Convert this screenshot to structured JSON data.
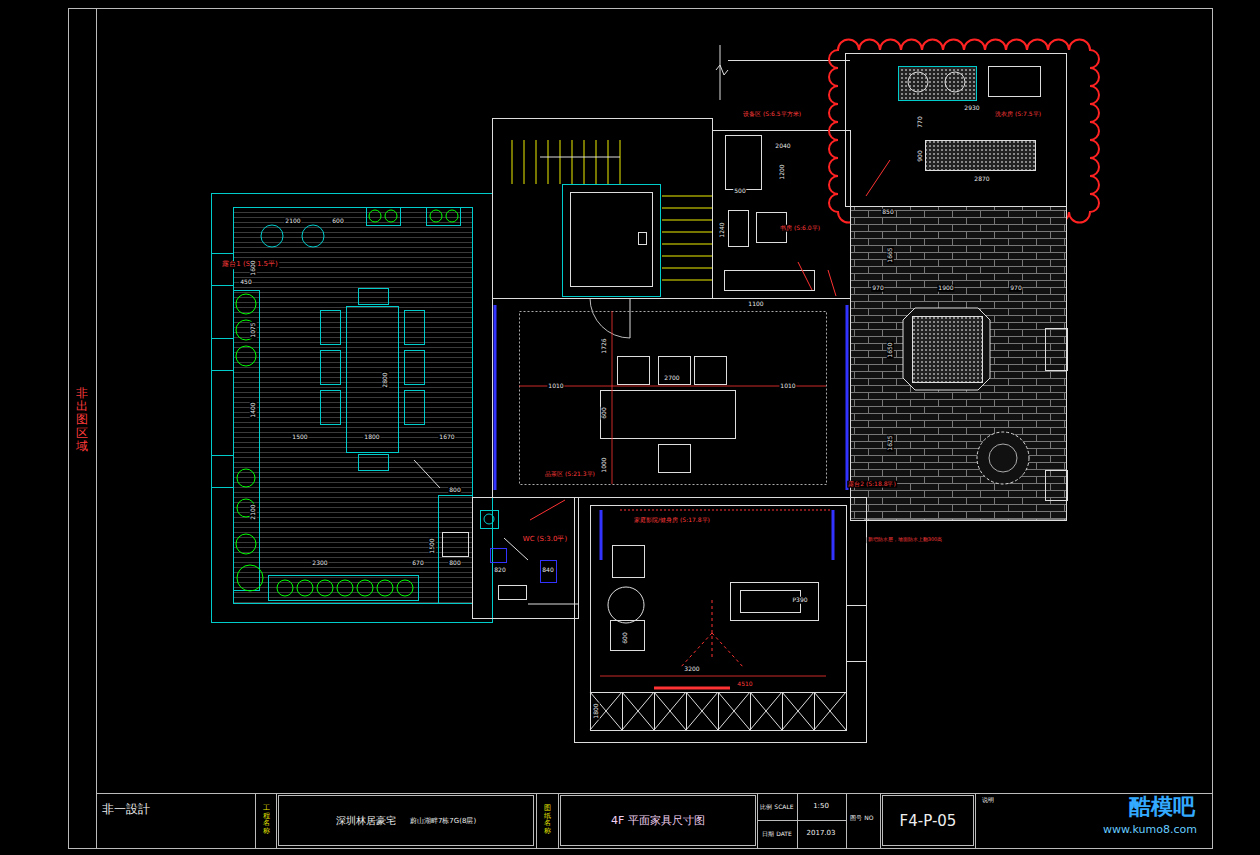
{
  "diagram": {
    "nodes": [
      {
        "text": [
          "深圳林居豪宅",
          "蔚山湖畔7栋7G(8层)"
        ]
      },
      {
        "text": [
          "4F 平面家具尺寸图"
        ]
      },
      {
        "text": [
          "F4-P-05"
        ]
      }
    ],
    "labels": [
      "非出图区域",
      "非一設計",
      "工程名称",
      "图纸名称",
      "比例 SCALE",
      "1:50",
      "日期 DATE",
      "2017.03",
      "图号 NO",
      "说明",
      "酷模吧",
      "www.kumo8.com",
      "露台1 (S:31.5平)",
      "设备区 (S:6.5平方米)",
      "洗衣房 (S:7.5平)",
      "书房 (S:6.0平)",
      "品茶区 (S:21.3平)",
      "WC (S:3.0平)",
      "家庭影院/健身房 (S:17.8平)",
      "露台2 (S:18.8平)",
      "新增防水层，墙面防水上翻300高",
      "2100",
      "600",
      "450",
      "1600",
      "1075",
      "1400",
      "2800",
      "1500",
      "1800",
      "1670",
      "2100",
      "2300",
      "670",
      "800",
      "1500",
      "800",
      "1010",
      "2700",
      "1010",
      "1726",
      "600",
      "1000",
      "2040",
      "1200",
      "500",
      "1240",
      "1100",
      "2930",
      "2870",
      "770",
      "900",
      "850",
      "970",
      "1900",
      "970",
      "1665",
      "1650",
      "1625",
      "4510",
      "3200",
      "600",
      "P390",
      "820",
      "840",
      "1800"
    ]
  }
}
